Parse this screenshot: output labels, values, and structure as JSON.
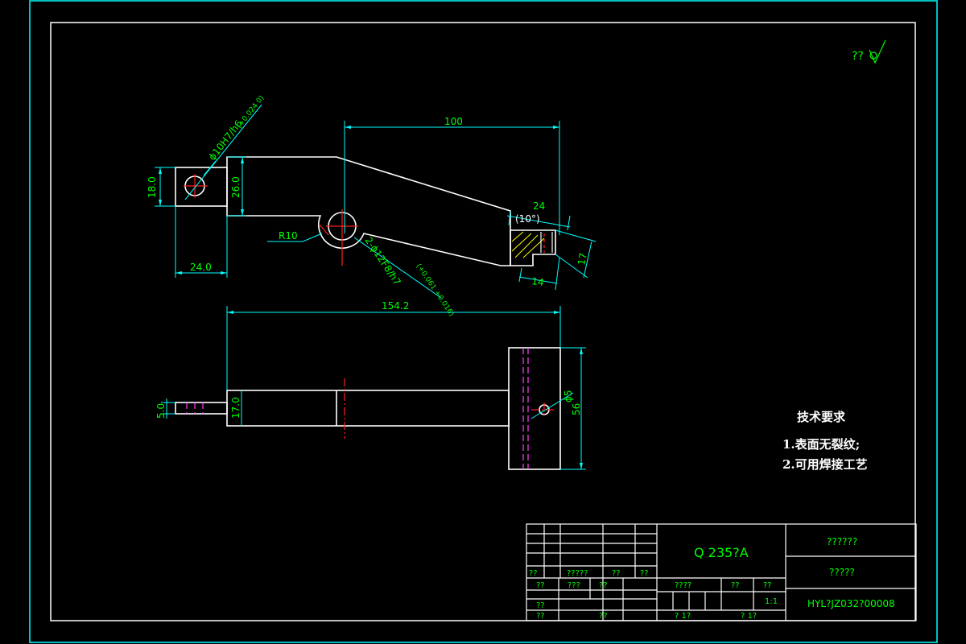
{
  "roughness": {
    "text": "??"
  },
  "dims": {
    "d100": "100",
    "d18": "18.0",
    "d26": "26.0",
    "d24a": "24.0",
    "r10": "R10",
    "d24b": "24",
    "d10deg": "(10°)",
    "d17": "17",
    "d14": "14",
    "d154": "154.2",
    "d5": "5.0",
    "d17b": "17.0",
    "phi5": "ϕ5",
    "d56": "56",
    "hole_top": "ϕ10H7/h6",
    "hole_top_tol": "(+0.024 0)",
    "hole_mid": "2-ϕ12F8/h7",
    "hole_mid_tol": "(+0.061 +0.016)"
  },
  "tech": {
    "title": "技术要求",
    "item1": "1.表面无裂纹;",
    "item2": "2.可用焊接工艺"
  },
  "titleblock": {
    "material": "Q 235?A",
    "name1": "??????",
    "name2": "?????",
    "drawing_no": "HYL?JZ032?00008",
    "c1": "??",
    "c2": "?????",
    "c3": "??",
    "c4": "??",
    "c5": "??",
    "c6": "???",
    "c7": "??",
    "c8": "??",
    "c9": "??",
    "c10": "??",
    "c11": "????",
    "c12": "??",
    "c13": "??",
    "scale": "1:1",
    "c14": "?  1?",
    "c15": "?  1?"
  }
}
